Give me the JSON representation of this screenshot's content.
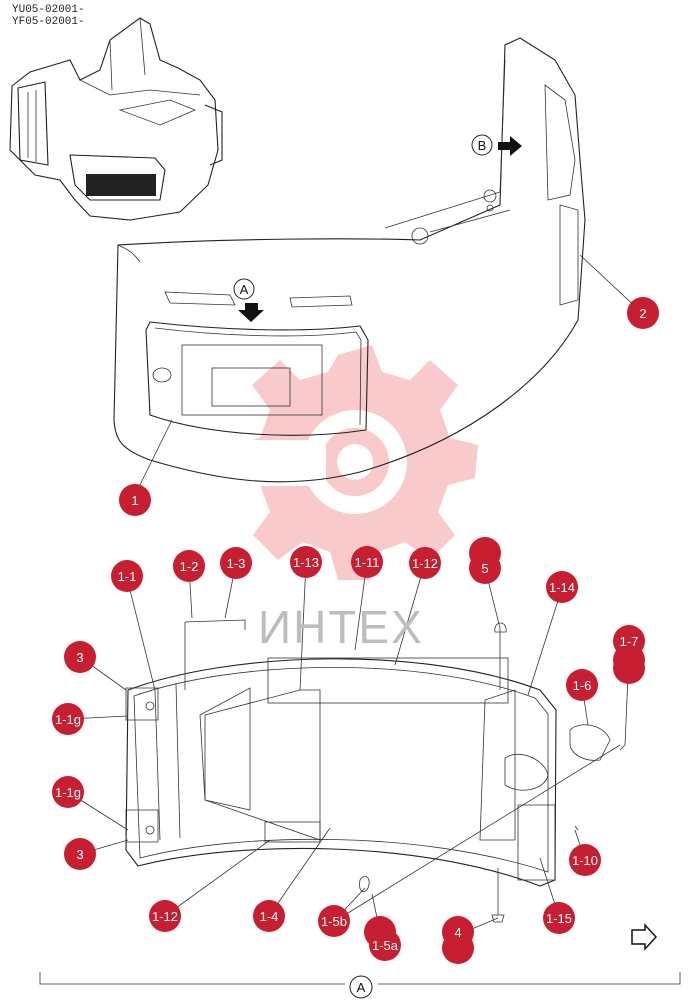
{
  "serials": [
    "YU05-02001-",
    "YF05-02001-"
  ],
  "watermark_text": "ИНТЕХ",
  "view_markers": {
    "a_top": "A",
    "b": "B",
    "a_bottom": "A"
  },
  "callouts": [
    "1",
    "2",
    "1-1",
    "1-2",
    "1-3",
    "1-13",
    "1-11",
    "1-12",
    "5",
    "1-14",
    "1-7",
    "1-6",
    "3",
    "1-1g",
    "1-1g",
    "3",
    "1-10",
    "1-12",
    "1-4",
    "1-5b",
    "1-5a",
    "4",
    "1-15"
  ],
  "colors": {
    "callout": "#c81e32",
    "watermark": "#e8464b",
    "line": "#222222"
  }
}
